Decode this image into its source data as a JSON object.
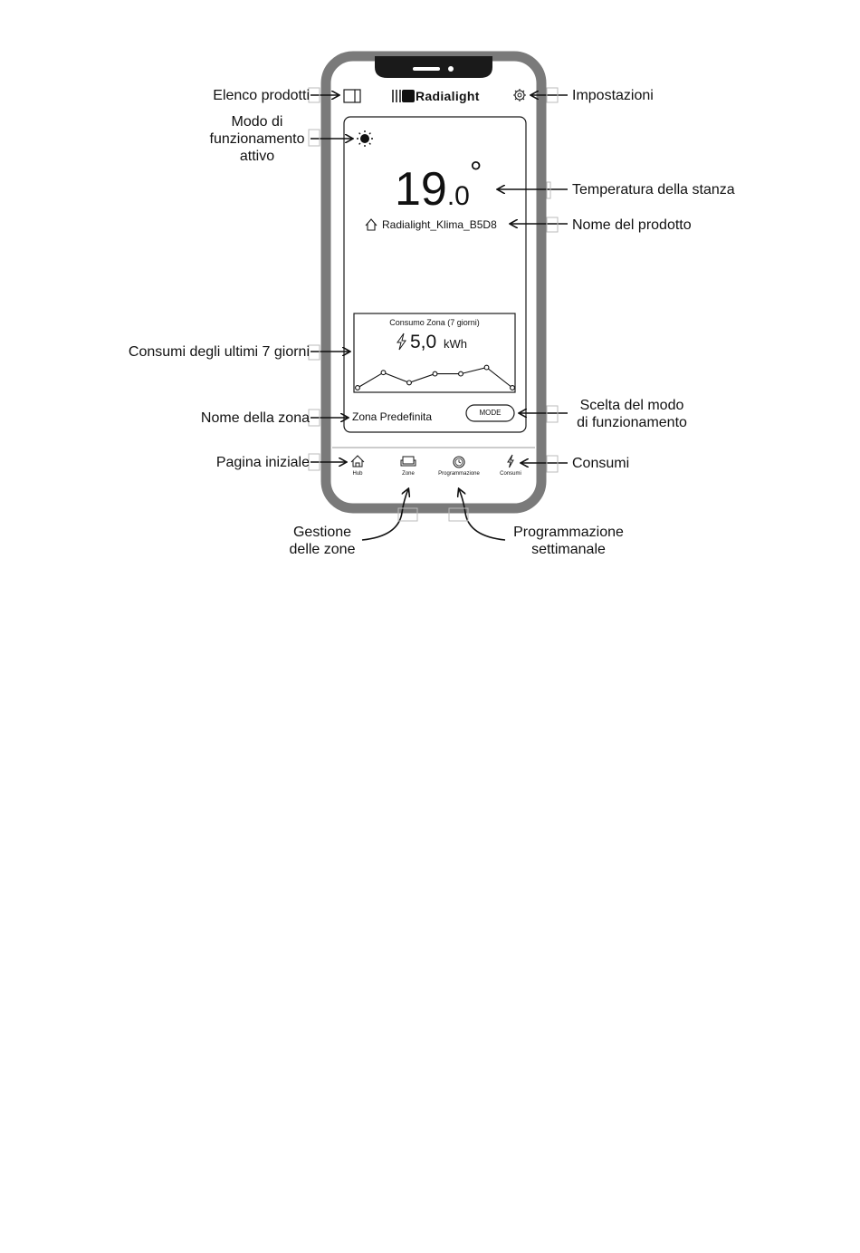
{
  "app": {
    "logo_text": "Radialight",
    "temperature_integer": "19",
    "temperature_decimal": ".0",
    "temperature_degree": "°",
    "product_name": "Radialight_Klima_B5D8",
    "consumption": {
      "title": "Consumo Zona (7 giorni)",
      "value": "5,0",
      "unit": "kWh"
    },
    "zone_name": "Zona Predefinita",
    "mode_button": "MODE",
    "nav": [
      {
        "label": "Hub",
        "icon": "home-icon"
      },
      {
        "label": "Zone",
        "icon": "sofa-icon"
      },
      {
        "label": "Programmazione",
        "icon": "clock-icon"
      },
      {
        "label": "Consumi",
        "icon": "lightning-icon"
      }
    ]
  },
  "annotations": {
    "product_list": "Elenco prodotti",
    "active_mode": [
      "Modo di",
      "funzionamento",
      "attivo"
    ],
    "settings": "Impostazioni",
    "room_temperature": "Temperatura della stanza",
    "product_name": "Nome del prodotto",
    "last_7_days": "Consumi degli ultimi 7 giorni",
    "zone_name": "Nome della zona",
    "mode_choice": [
      "Scelta del modo",
      "di funzionamento"
    ],
    "home_page": "Pagina iniziale",
    "consumption": "Consumi",
    "zone_management": [
      "Gestione",
      "delle zone"
    ],
    "weekly_schedule": [
      "Programmazione",
      "settimanale"
    ]
  },
  "chart_data": {
    "type": "line",
    "title": "Consumo Zona (7 giorni)",
    "xlabel": "",
    "ylabel": "",
    "values": [
      0.0,
      0.6,
      0.2,
      0.55,
      0.55,
      0.8,
      0.0
    ],
    "grid": false
  }
}
